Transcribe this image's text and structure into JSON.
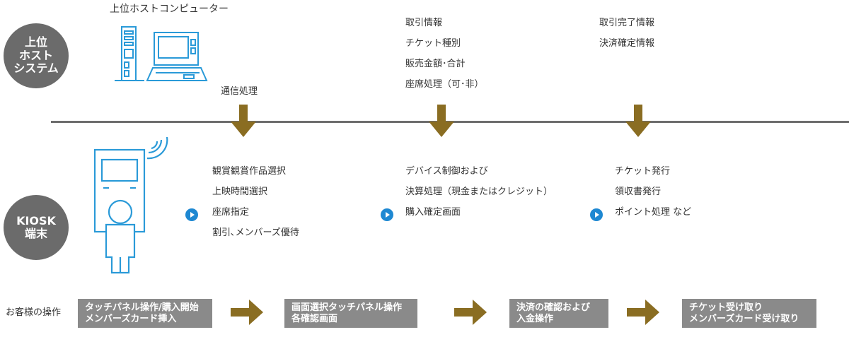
{
  "labels": {
    "host_system": "上位\nホスト\nシステム",
    "kiosk": "KIOSK\n端末"
  },
  "host": {
    "title": "上位ホストコンピューター",
    "comm_label": "通信処理"
  },
  "transaction_info": [
    "取引情報",
    "チケット種別",
    "販売金額･合計",
    "座席処理（可･非）"
  ],
  "completion_info": [
    "取引完了情報",
    "決済確定情報"
  ],
  "kiosk_steps": [
    [
      "観賞観賞作品選択",
      "上映時間選択",
      "座席指定",
      "割引､メンバーズ優待"
    ],
    [
      "デバイス制御および",
      "決算処理（現金またはクレジット）",
      "購入確定画面"
    ],
    [
      "チケット発行",
      "領収書発行",
      "ポイント処理 など"
    ]
  ],
  "customer_ops": {
    "label": "お客様の操作",
    "boxes": [
      [
        "タッチパネル操作/購入開始",
        "メンバーズカード挿入"
      ],
      [
        "画面選択タッチパネル操作",
        "各確認画面"
      ],
      [
        "決済の確認および",
        "入金操作"
      ],
      [
        "チケット受け取り",
        "メンバーズカード受け取り"
      ]
    ]
  },
  "colors": {
    "circle": "#6b6b6b",
    "arrow": "#8a6d22",
    "play": "#1e88d2",
    "device": "#2a9ad8",
    "box": "#8a8a8a"
  }
}
